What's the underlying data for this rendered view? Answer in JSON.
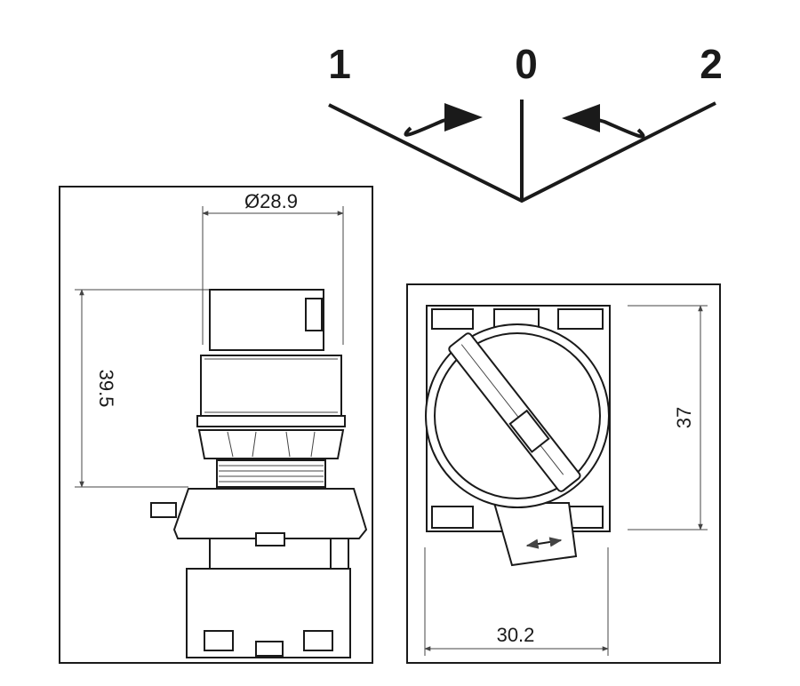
{
  "switch_positions": {
    "left": "1",
    "center": "0",
    "right": "2"
  },
  "dimensions": {
    "diameter": "Ø28.9",
    "height": "39.5",
    "width": "30.2",
    "depth": "37"
  }
}
